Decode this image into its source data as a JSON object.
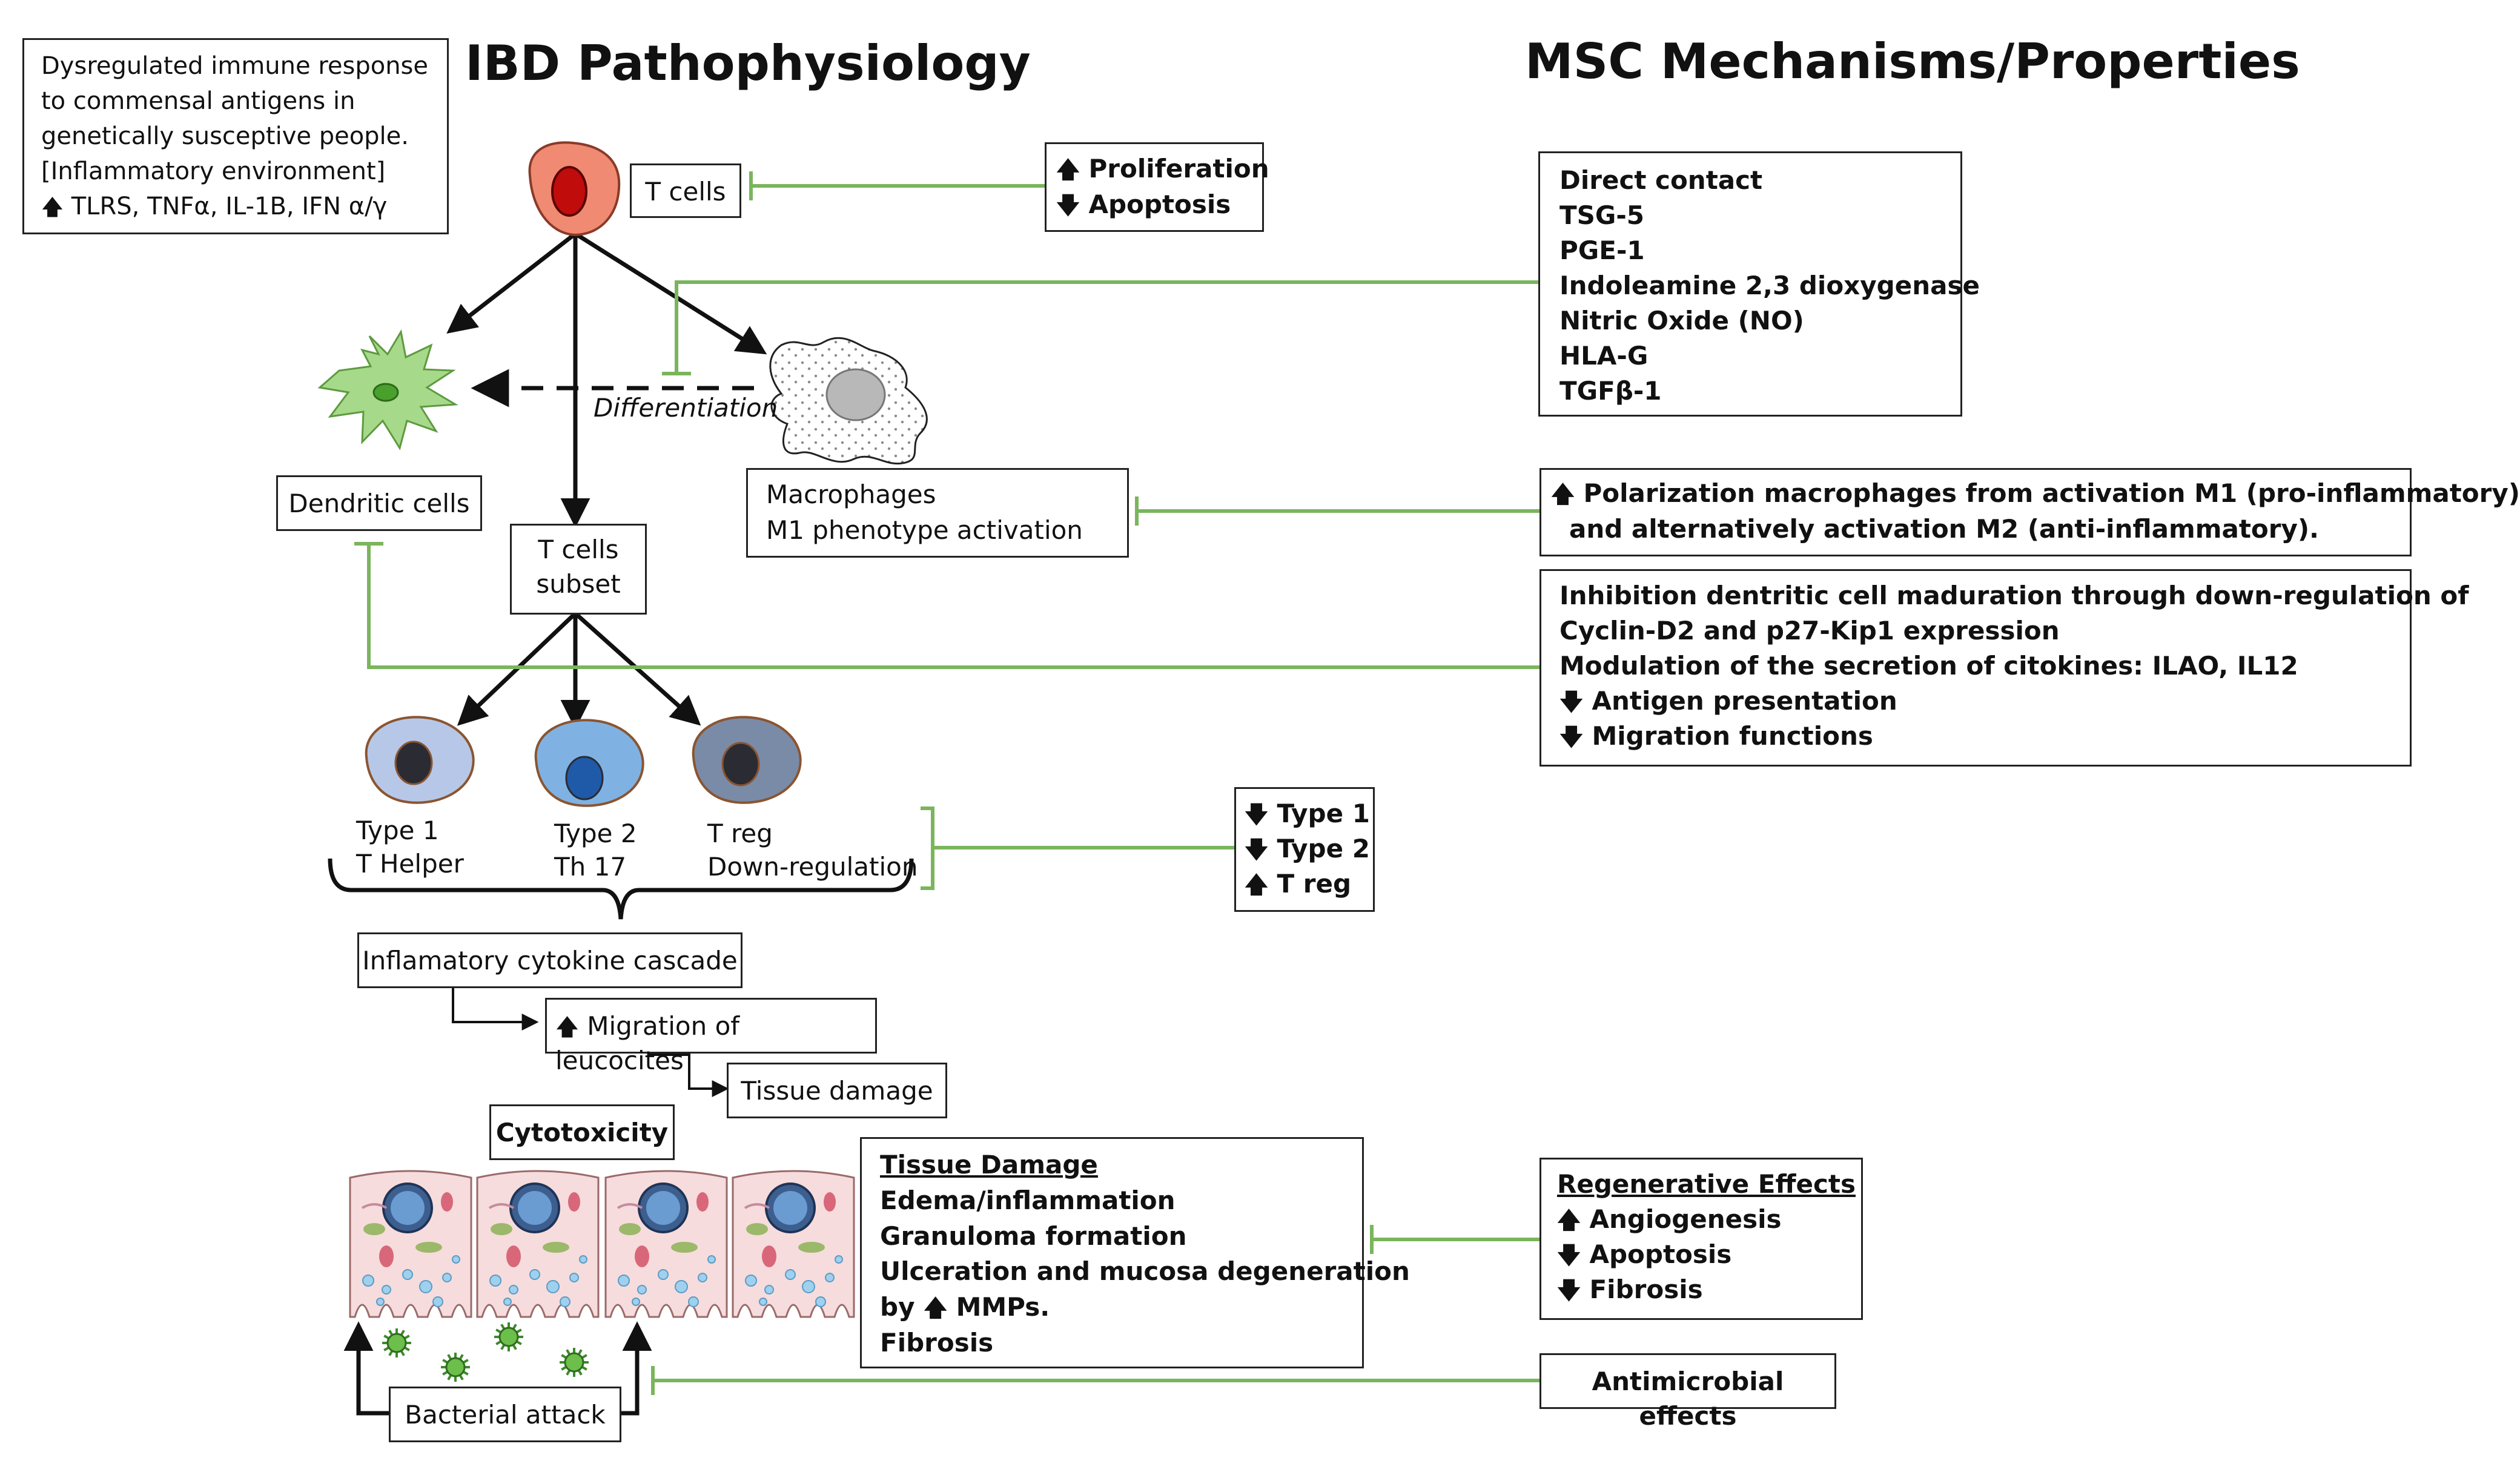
{
  "titles": {
    "left": "IBD Pathophysiology",
    "right": "MSC Mechanisms/Properties"
  },
  "immune_box": {
    "lines": [
      "Dysregulated immune response",
      "to commensal antigens in",
      "genetically susceptive people.",
      "[Inflammatory environment]",
      "TLRS, TNFα, IL-1B, IFN α/γ"
    ],
    "arrow": "up"
  },
  "tcells_box": {
    "label": "T cells"
  },
  "prolif_box": {
    "items": [
      {
        "arrow": "up",
        "text": "Proliferation"
      },
      {
        "arrow": "down",
        "text": "Apoptosis"
      }
    ]
  },
  "direct_contact_box": {
    "lines": [
      "Direct contact",
      "TSG-5",
      "PGE-1",
      "Indoleamine 2,3 dioxygenase",
      "Nitric Oxide (NO)",
      "HLA-G",
      "TGFβ-1"
    ]
  },
  "differentiation_label": "Differentiation",
  "dendritic_box": {
    "label": "Dendritic cells"
  },
  "tsubset_box": {
    "lines": [
      "T cells",
      "subset"
    ]
  },
  "macrophage_box": {
    "lines": [
      "Macrophages",
      "M1 phenotype activation"
    ]
  },
  "polarization_box": {
    "arrow": "up",
    "lines": [
      "Polarization macrophages from activation M1 (pro-inflammatory)",
      "and alternatively activation M2 (anti-inflammatory)."
    ]
  },
  "dc_inhibition_box": {
    "lines": [
      "Inhibition dentritic cell maduration through down-regulation of",
      "Cyclin-D2 and p27-Kip1 expression",
      "Modulation of the secretion of citokines: ILAO, IL12"
    ],
    "items": [
      {
        "arrow": "down",
        "text": "Antigen presentation"
      },
      {
        "arrow": "down",
        "text": "Migration functions"
      }
    ]
  },
  "cell_labels": {
    "type1": [
      "Type 1",
      "T Helper"
    ],
    "type2": [
      "Type 2",
      "Th 17"
    ],
    "treg": [
      "T reg",
      "Down-regulation"
    ]
  },
  "types_box": {
    "items": [
      {
        "arrow": "down",
        "text": "Type 1"
      },
      {
        "arrow": "down",
        "text": "Type 2"
      },
      {
        "arrow": "up",
        "text": "T reg"
      }
    ]
  },
  "cascade_box": {
    "label": "Inflamatory cytokine cascade"
  },
  "migration_box": {
    "arrow": "up",
    "label": "Migration of leucocites"
  },
  "tissue_damage_small": {
    "label": "Tissue damage"
  },
  "cytotoxicity_box": {
    "label": "Cytotoxicity"
  },
  "tissue_damage_box": {
    "heading": "Tissue Damage",
    "lines": [
      "Edema/inflammation",
      "Granuloma formation",
      "Ulceration and mucosa degeneration"
    ],
    "line_by": "by",
    "line_by_arrow": "up",
    "line_mmps": "MMPs.",
    "line_last": "Fibrosis"
  },
  "regen_box": {
    "heading": "Regenerative Effects",
    "items": [
      {
        "arrow": "up",
        "text": "Angiogenesis"
      },
      {
        "arrow": "down",
        "text": "Apoptosis"
      },
      {
        "arrow": "down",
        "text": "Fibrosis"
      }
    ]
  },
  "antimicrobial_box": {
    "label": "Antimicrobial effects"
  },
  "bacterial_box": {
    "label": "Bacterial attack"
  },
  "colors": {
    "inhibit_line": "#7ab55c",
    "arrow": "#111111",
    "tcell_fill": "#f08a72",
    "dendritic_fill": "#a7d98a",
    "type1_fill": "#b7c7e8",
    "type2_fill": "#7fb2e3",
    "treg_fill": "#7a8ba8",
    "epithelium_fill": "#f6dcdc"
  },
  "icons": {
    "up": "up-arrow-icon",
    "down": "down-arrow-icon"
  }
}
